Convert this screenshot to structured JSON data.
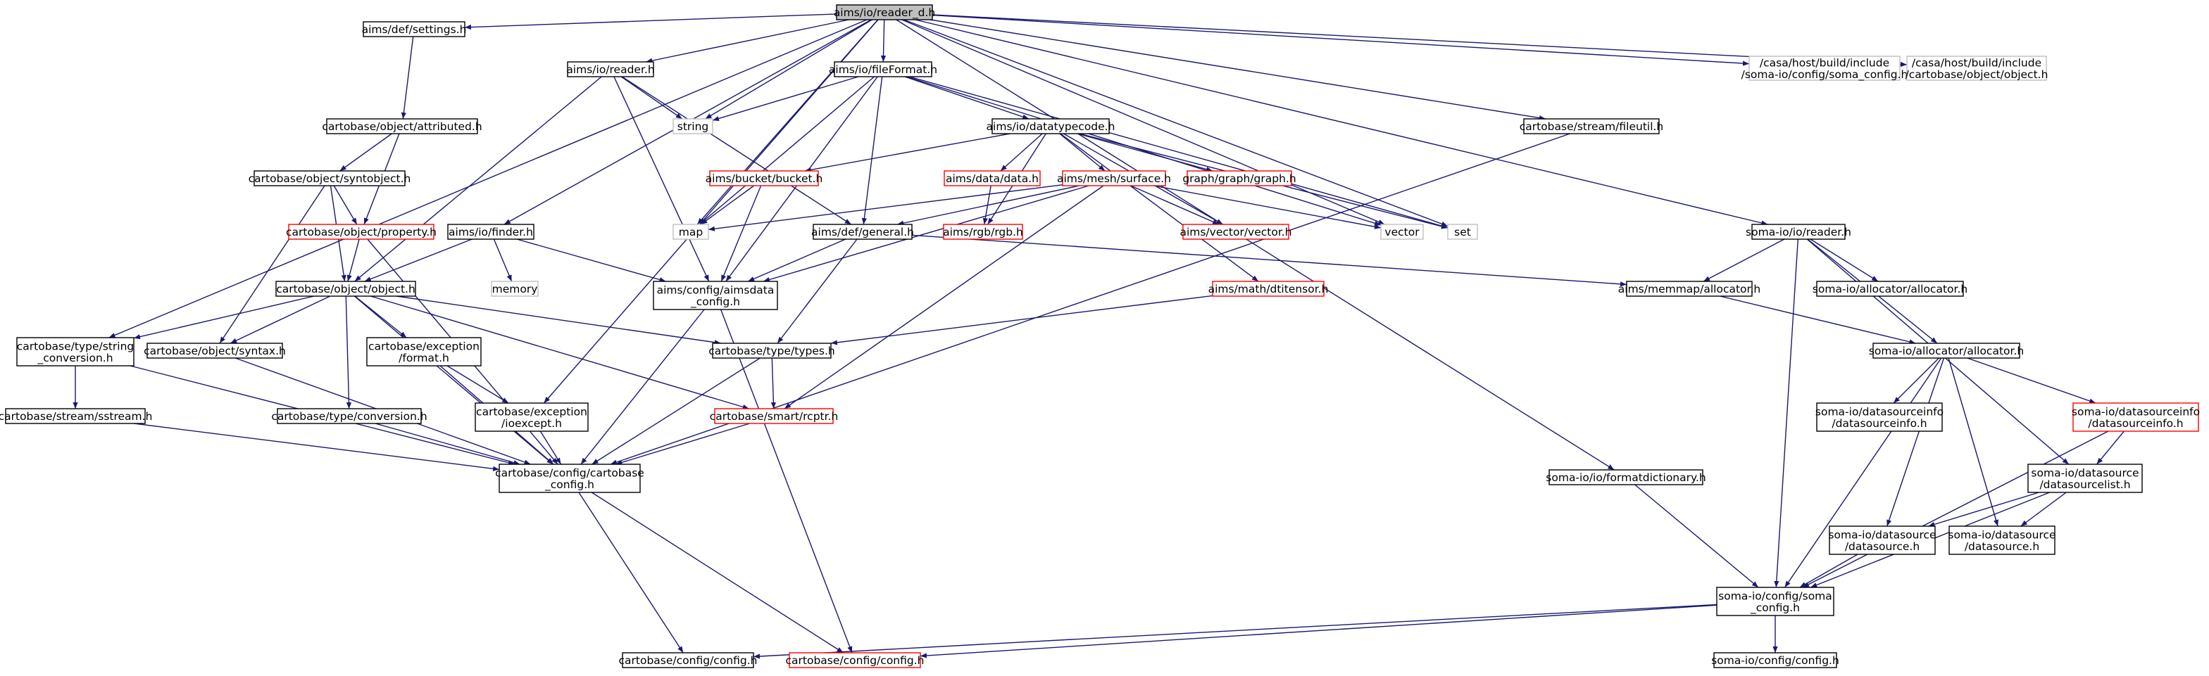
{
  "colors": {
    "edge": "#191970",
    "node_border": "#000000",
    "node_border_truncated": "#ff0000",
    "node_border_external": "#bfbfbf",
    "root_fill": "#bfbfbf",
    "node_fill": "#ffffff"
  },
  "nodes": [
    {
      "id": "root",
      "lines": [
        "aims/io/reader_d.h"
      ],
      "style": "root"
    },
    {
      "id": "settings",
      "lines": [
        "aims/def/settings.h"
      ],
      "style": "normal"
    },
    {
      "id": "aimsreader",
      "lines": [
        "aims/io/reader.h"
      ],
      "style": "normal"
    },
    {
      "id": "fileformat",
      "lines": [
        "aims/io/fileFormat.h"
      ],
      "style": "normal"
    },
    {
      "id": "string",
      "lines": [
        "string"
      ],
      "style": "external"
    },
    {
      "id": "attributed",
      "lines": [
        "cartobase/object/attributed.h"
      ],
      "style": "normal"
    },
    {
      "id": "syntobject",
      "lines": [
        "cartobase/object/syntobject.h"
      ],
      "style": "normal"
    },
    {
      "id": "property",
      "lines": [
        "cartobase/object/property.h"
      ],
      "style": "truncated"
    },
    {
      "id": "finder",
      "lines": [
        "aims/io/finder.h"
      ],
      "style": "normal"
    },
    {
      "id": "memory",
      "lines": [
        "memory"
      ],
      "style": "external"
    },
    {
      "id": "object",
      "lines": [
        "cartobase/object/object.h"
      ],
      "style": "normal"
    },
    {
      "id": "strconv",
      "lines": [
        "cartobase/type/string",
        "_conversion.h"
      ],
      "style": "normal"
    },
    {
      "id": "syntax",
      "lines": [
        "cartobase/object/syntax.h"
      ],
      "style": "normal"
    },
    {
      "id": "excformat",
      "lines": [
        "cartobase/exception",
        "/format.h"
      ],
      "style": "normal"
    },
    {
      "id": "sstream",
      "lines": [
        "cartobase/stream/sstream.h"
      ],
      "style": "normal"
    },
    {
      "id": "conversion",
      "lines": [
        "cartobase/type/conversion.h"
      ],
      "style": "normal"
    },
    {
      "id": "ioexcept",
      "lines": [
        "cartobase/exception",
        "/ioexcept.h"
      ],
      "style": "normal"
    },
    {
      "id": "cartoconfig",
      "lines": [
        "cartobase/config/cartobase",
        "_config.h"
      ],
      "style": "normal"
    },
    {
      "id": "config",
      "lines": [
        "cartobase/config/config.h"
      ],
      "style": "normal"
    },
    {
      "id": "configred",
      "lines": [
        "cartobase/config/config.h"
      ],
      "style": "truncated"
    },
    {
      "id": "datatypecode",
      "lines": [
        "aims/io/datatypecode.h"
      ],
      "style": "normal"
    },
    {
      "id": "bucket",
      "lines": [
        "aims/bucket/bucket.h"
      ],
      "style": "truncated"
    },
    {
      "id": "data",
      "lines": [
        "aims/data/data.h"
      ],
      "style": "truncated"
    },
    {
      "id": "surface",
      "lines": [
        "aims/mesh/surface.h"
      ],
      "style": "truncated"
    },
    {
      "id": "graph",
      "lines": [
        "graph/graph/graph.h"
      ],
      "style": "truncated"
    },
    {
      "id": "map",
      "lines": [
        "map"
      ],
      "style": "external"
    },
    {
      "id": "rgb",
      "lines": [
        "aims/rgb/rgb.h"
      ],
      "style": "truncated"
    },
    {
      "id": "general",
      "lines": [
        "aims/def/general.h"
      ],
      "style": "normal"
    },
    {
      "id": "aimsvector",
      "lines": [
        "aims/vector/vector.h"
      ],
      "style": "truncated"
    },
    {
      "id": "vector",
      "lines": [
        "vector"
      ],
      "style": "external"
    },
    {
      "id": "set",
      "lines": [
        "set"
      ],
      "style": "external"
    },
    {
      "id": "aimsdata",
      "lines": [
        "aims/config/aimsdata",
        "_config.h"
      ],
      "style": "normal"
    },
    {
      "id": "dtitensor",
      "lines": [
        "aims/math/dtitensor.h"
      ],
      "style": "truncated"
    },
    {
      "id": "types",
      "lines": [
        "cartobase/type/types.h"
      ],
      "style": "normal"
    },
    {
      "id": "rcptr",
      "lines": [
        "cartobase/smart/rcptr.h"
      ],
      "style": "truncated"
    },
    {
      "id": "fileutil",
      "lines": [
        "cartobase/stream/fileutil.h"
      ],
      "style": "normal"
    },
    {
      "id": "somaconfigext",
      "lines": [
        "/casa/host/build/include",
        "/soma-io/config/soma_config.h"
      ],
      "style": "external"
    },
    {
      "id": "objectext",
      "lines": [
        "/casa/host/build/include",
        "/cartobase/object/object.h"
      ],
      "style": "external"
    },
    {
      "id": "somareader",
      "lines": [
        "soma-io/io/reader.h"
      ],
      "style": "normal"
    },
    {
      "id": "memmap",
      "lines": [
        "aims/memmap/allocator.h"
      ],
      "style": "normal"
    },
    {
      "id": "somaalloc1",
      "lines": [
        "soma-io/allocator/allocator.h"
      ],
      "style": "normal"
    },
    {
      "id": "somaalloc2",
      "lines": [
        "soma-io/allocator/allocator.h"
      ],
      "style": "normal"
    },
    {
      "id": "dsinfo1",
      "lines": [
        "soma-io/datasourceinfo",
        "/datasourceinfo.h"
      ],
      "style": "normal"
    },
    {
      "id": "dsinfo2",
      "lines": [
        "soma-io/datasourceinfo",
        "/datasourceinfo.h"
      ],
      "style": "truncated"
    },
    {
      "id": "dslist",
      "lines": [
        "soma-io/datasource",
        "/datasourcelist.h"
      ],
      "style": "normal"
    },
    {
      "id": "formatdict",
      "lines": [
        "soma-io/io/formatdictionary.h"
      ],
      "style": "normal"
    },
    {
      "id": "ds1",
      "lines": [
        "soma-io/datasource",
        "/datasource.h"
      ],
      "style": "normal"
    },
    {
      "id": "ds2",
      "lines": [
        "soma-io/datasource",
        "/datasource.h"
      ],
      "style": "normal"
    },
    {
      "id": "somaconfig",
      "lines": [
        "soma-io/config/soma",
        "_config.h"
      ],
      "style": "normal"
    },
    {
      "id": "somaconfigh",
      "lines": [
        "soma-io/config/config.h"
      ],
      "style": "normal"
    }
  ],
  "edges": [
    [
      "root",
      "settings"
    ],
    [
      "root",
      "aimsreader"
    ],
    [
      "root",
      "fileformat"
    ],
    [
      "root",
      "string"
    ],
    [
      "root",
      "finder"
    ],
    [
      "root",
      "strconv"
    ],
    [
      "root",
      "ioexcept"
    ],
    [
      "root",
      "map"
    ],
    [
      "root",
      "vector"
    ],
    [
      "root",
      "set"
    ],
    [
      "root",
      "fileutil"
    ],
    [
      "root",
      "somaconfigext"
    ],
    [
      "root",
      "objectext"
    ],
    [
      "root",
      "somareader"
    ],
    [
      "root",
      "formatdict"
    ],
    [
      "settings",
      "attributed"
    ],
    [
      "attributed",
      "syntobject"
    ],
    [
      "attributed",
      "property"
    ],
    [
      "syntobject",
      "property"
    ],
    [
      "syntobject",
      "object"
    ],
    [
      "syntobject",
      "syntax"
    ],
    [
      "property",
      "object"
    ],
    [
      "property",
      "cartoconfig"
    ],
    [
      "aimsreader",
      "string"
    ],
    [
      "aimsreader",
      "object"
    ],
    [
      "aimsreader",
      "aimsdata"
    ],
    [
      "aimsreader",
      "general"
    ],
    [
      "fileformat",
      "string"
    ],
    [
      "fileformat",
      "datatypecode"
    ],
    [
      "fileformat",
      "general"
    ],
    [
      "fileformat",
      "map"
    ],
    [
      "fileformat",
      "aimsdata"
    ],
    [
      "fileformat",
      "vector"
    ],
    [
      "fileformat",
      "set"
    ],
    [
      "finder",
      "object"
    ],
    [
      "finder",
      "memory"
    ],
    [
      "finder",
      "aimsdata"
    ],
    [
      "object",
      "strconv"
    ],
    [
      "object",
      "syntax"
    ],
    [
      "object",
      "excformat"
    ],
    [
      "object",
      "conversion"
    ],
    [
      "object",
      "types"
    ],
    [
      "object",
      "rcptr"
    ],
    [
      "object",
      "cartoconfig"
    ],
    [
      "strconv",
      "sstream"
    ],
    [
      "strconv",
      "cartoconfig"
    ],
    [
      "syntax",
      "cartoconfig"
    ],
    [
      "excformat",
      "ioexcept"
    ],
    [
      "excformat",
      "cartoconfig"
    ],
    [
      "sstream",
      "cartoconfig"
    ],
    [
      "conversion",
      "cartoconfig"
    ],
    [
      "ioexcept",
      "cartoconfig"
    ],
    [
      "cartoconfig",
      "config"
    ],
    [
      "cartoconfig",
      "configred"
    ],
    [
      "datatypecode",
      "bucket"
    ],
    [
      "datatypecode",
      "data"
    ],
    [
      "datatypecode",
      "surface"
    ],
    [
      "datatypecode",
      "graph"
    ],
    [
      "datatypecode",
      "rgb"
    ],
    [
      "datatypecode",
      "aimsvector"
    ],
    [
      "datatypecode",
      "dtitensor"
    ],
    [
      "datatypecode",
      "set"
    ],
    [
      "bucket",
      "map"
    ],
    [
      "bucket",
      "aimsdata"
    ],
    [
      "data",
      "rgb"
    ],
    [
      "surface",
      "general"
    ],
    [
      "surface",
      "map"
    ],
    [
      "surface",
      "aimsvector"
    ],
    [
      "surface",
      "vector"
    ],
    [
      "surface",
      "aimsdata"
    ],
    [
      "surface",
      "rcptr"
    ],
    [
      "general",
      "types"
    ],
    [
      "general",
      "aimsdata"
    ],
    [
      "general",
      "memmap"
    ],
    [
      "aimsdata",
      "cartoconfig"
    ],
    [
      "aimsdata",
      "configred"
    ],
    [
      "dtitensor",
      "types"
    ],
    [
      "types",
      "rcptr"
    ],
    [
      "types",
      "cartoconfig"
    ],
    [
      "rcptr",
      "cartoconfig"
    ],
    [
      "fileutil",
      "cartoconfig"
    ],
    [
      "somareader",
      "memmap"
    ],
    [
      "somareader",
      "somaalloc1"
    ],
    [
      "somareader",
      "somaalloc2"
    ],
    [
      "somareader",
      "dslist"
    ],
    [
      "somareader",
      "somaconfig"
    ],
    [
      "memmap",
      "somaalloc2"
    ],
    [
      "somaalloc2",
      "dsinfo1"
    ],
    [
      "somaalloc2",
      "dsinfo2"
    ],
    [
      "somaalloc2",
      "ds1"
    ],
    [
      "somaalloc2",
      "ds2"
    ],
    [
      "somaalloc2",
      "somaconfig"
    ],
    [
      "dsinfo2",
      "dslist"
    ],
    [
      "dsinfo2",
      "somaconfig"
    ],
    [
      "dslist",
      "ds1"
    ],
    [
      "dslist",
      "ds2"
    ],
    [
      "dslist",
      "somaconfig"
    ],
    [
      "formatdict",
      "somaconfig"
    ],
    [
      "ds1",
      "somaconfig"
    ],
    [
      "somaconfig",
      "config"
    ],
    [
      "somaconfig",
      "configred"
    ],
    [
      "somaconfig",
      "somaconfigh"
    ]
  ]
}
